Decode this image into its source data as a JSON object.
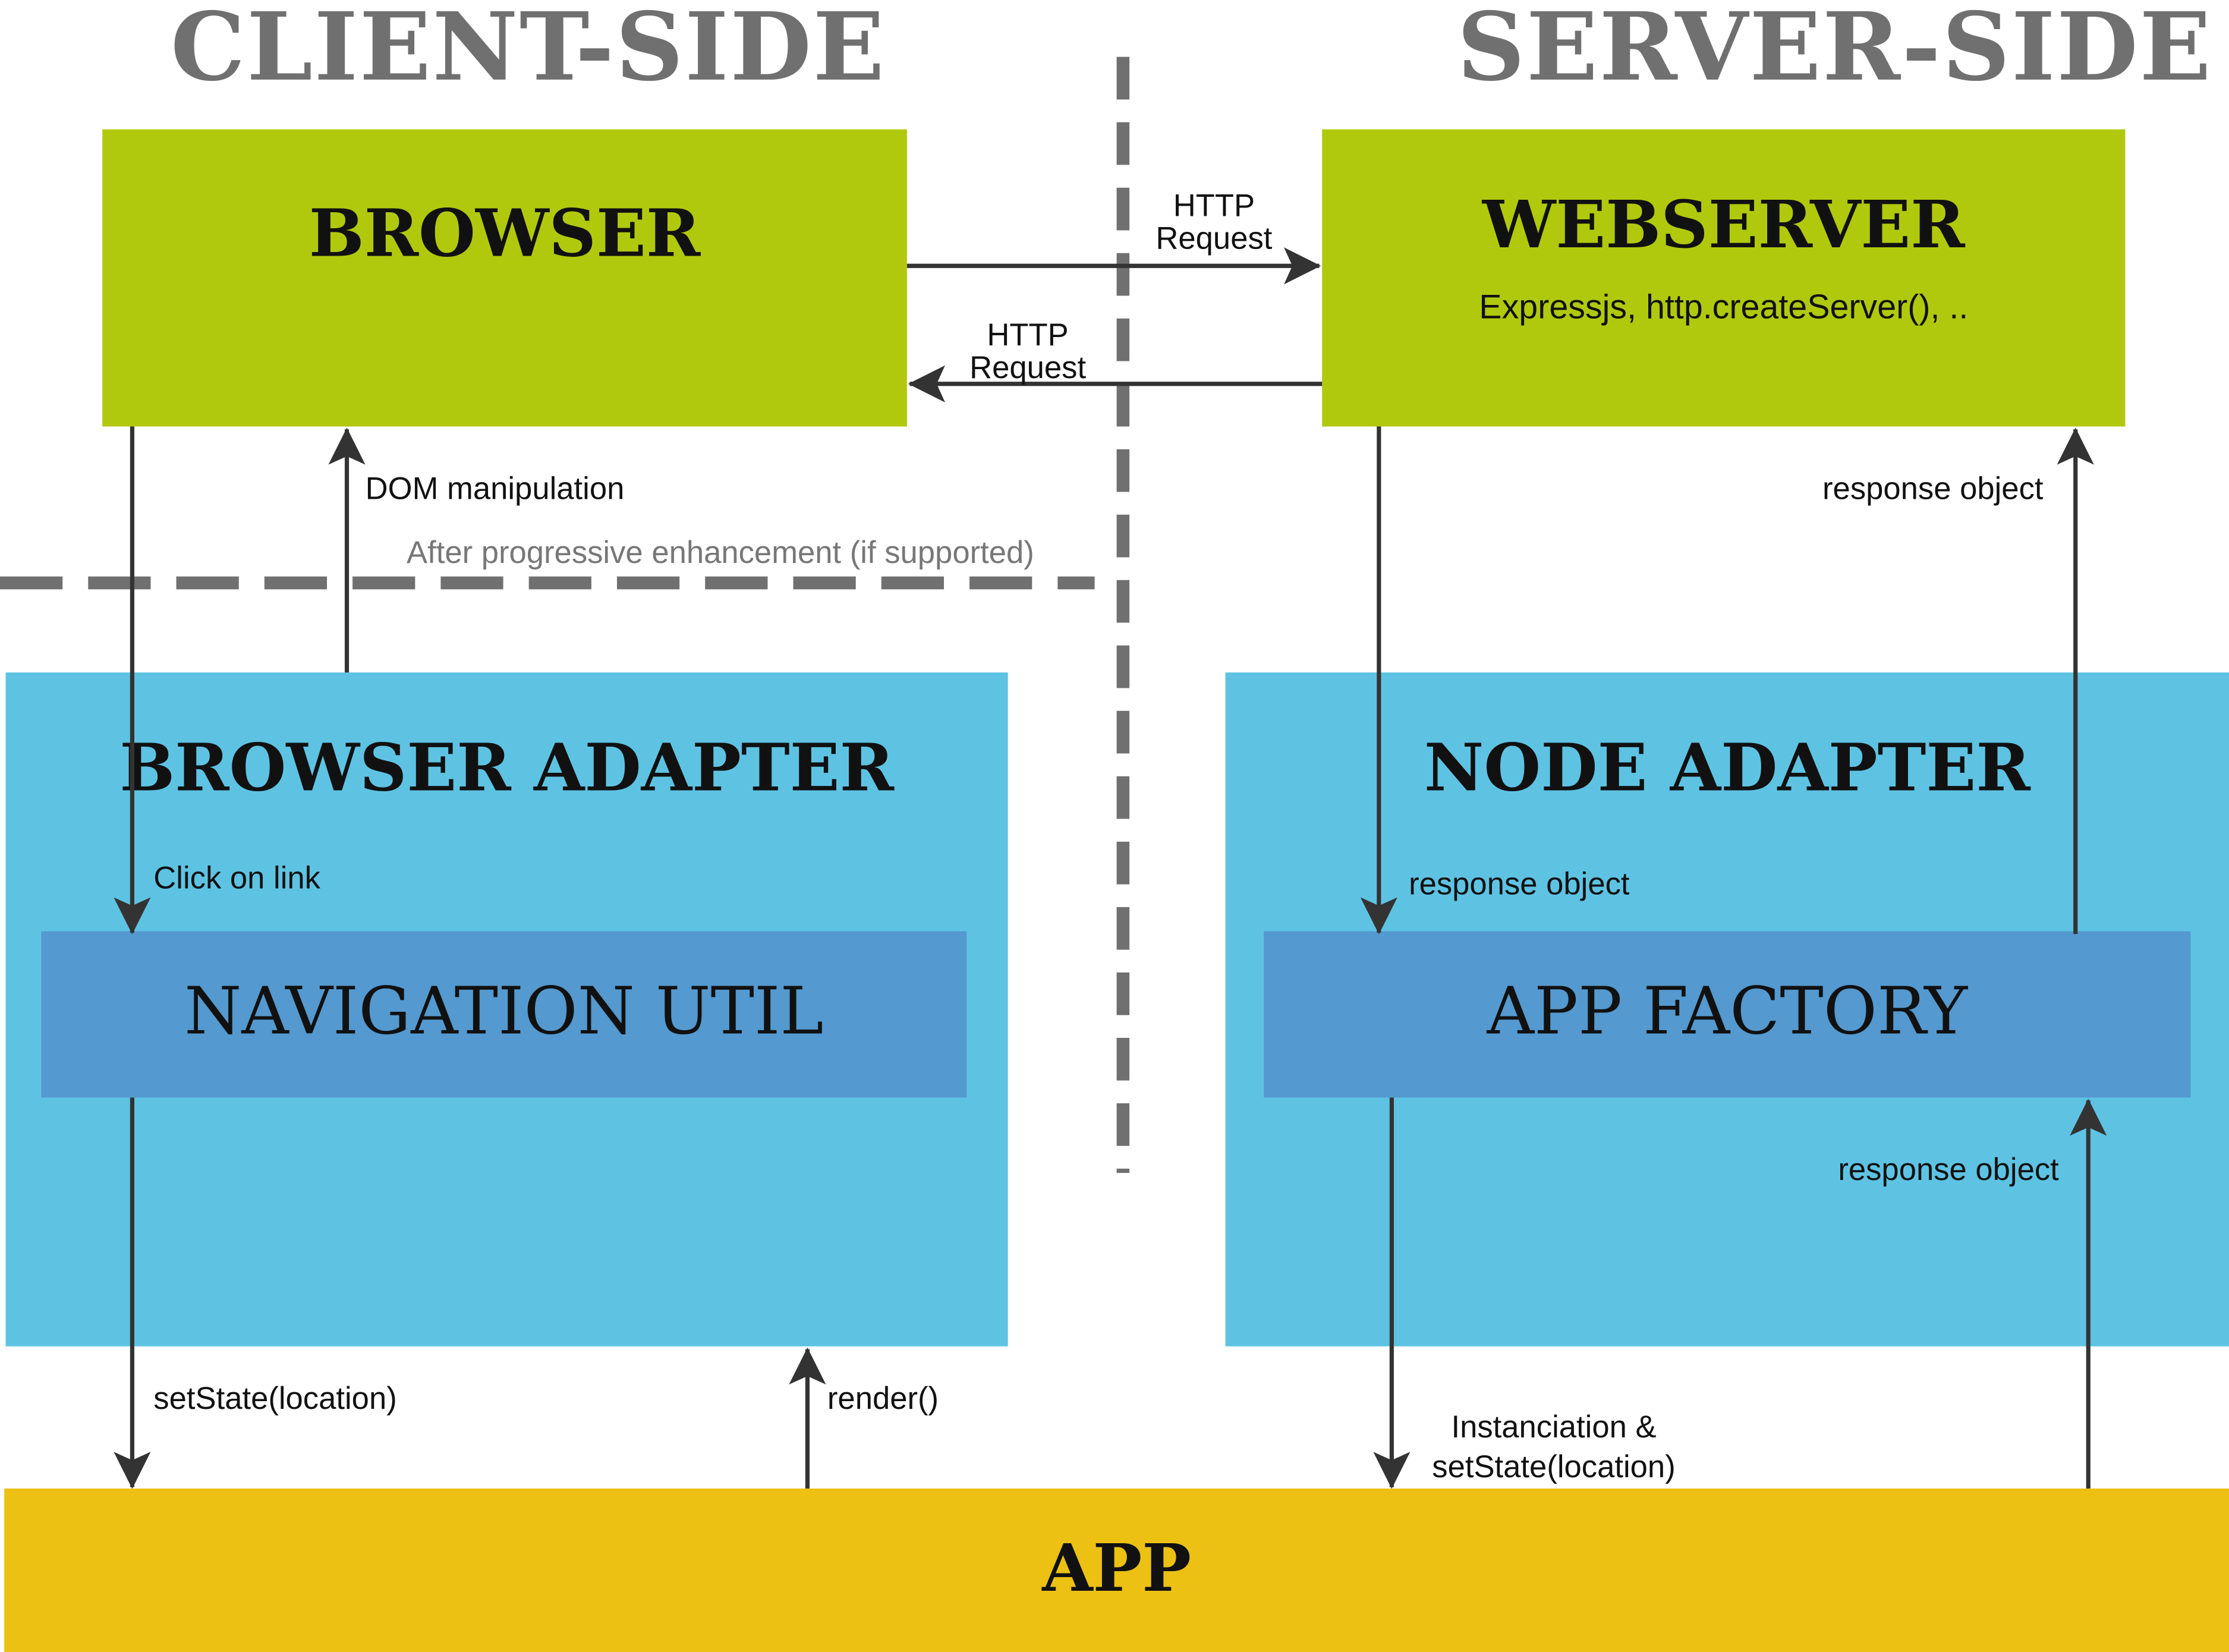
{
  "regions": {
    "client": "CLIENT-SIDE",
    "server": "SERVER-SIDE"
  },
  "boxes": {
    "browser": {
      "title": "BROWSER"
    },
    "webserver": {
      "title": "WEBSERVER",
      "subtitle": "Expressjs, http.createServer(), .."
    },
    "browser_adapter": {
      "title": "BROWSER ADAPTER"
    },
    "navigation_util": {
      "title": "NAVIGATION UTIL"
    },
    "node_adapter": {
      "title": "NODE ADAPTER"
    },
    "app_factory": {
      "title": "APP FACTORY"
    },
    "app": {
      "title": "APP"
    }
  },
  "edges": {
    "http_request_top": {
      "line1": "HTTP",
      "line2": "Request"
    },
    "http_request_bottom": {
      "line1": "HTTP",
      "line2": "Request"
    },
    "dom_manipulation": "DOM manipulation",
    "progressive_note": "After progressive enhancement (if supported)",
    "click_on_link": "Click on link",
    "set_state_location": "setState(location)",
    "render": "render()",
    "response_object_webserver_out": "response object",
    "response_object_webserver_in": "response object",
    "response_object_factory_in": "response object",
    "instanciation_line1": "Instanciation &",
    "instanciation_line2": "setState(location)"
  },
  "colors": {
    "green": "#b1c90c",
    "light_blue": "#5ec3e3",
    "mid_blue": "#5499cf",
    "yellow": "#ecc114",
    "dash_gray": "#707070",
    "arrow": "#333333"
  }
}
